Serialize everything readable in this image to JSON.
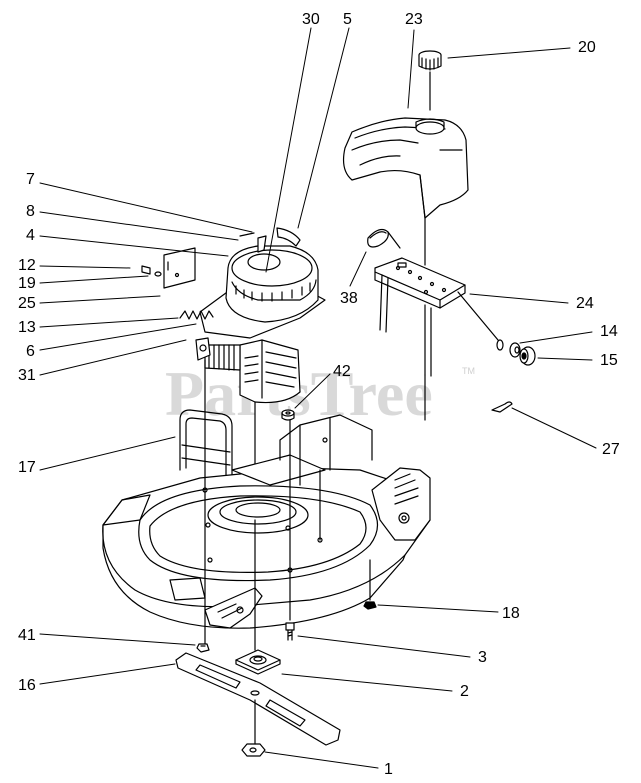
{
  "watermark": {
    "text": "PartsTree",
    "tm": "TM"
  },
  "callouts": [
    {
      "id": "c30",
      "label": "30"
    },
    {
      "id": "c5",
      "label": "5"
    },
    {
      "id": "c23",
      "label": "23"
    },
    {
      "id": "c20",
      "label": "20"
    },
    {
      "id": "c7",
      "label": "7"
    },
    {
      "id": "c8",
      "label": "8"
    },
    {
      "id": "c4",
      "label": "4"
    },
    {
      "id": "c12",
      "label": "12"
    },
    {
      "id": "c19",
      "label": "19"
    },
    {
      "id": "c25",
      "label": "25"
    },
    {
      "id": "c13",
      "label": "13"
    },
    {
      "id": "c6",
      "label": "6"
    },
    {
      "id": "c31",
      "label": "31"
    },
    {
      "id": "c38",
      "label": "38"
    },
    {
      "id": "c24",
      "label": "24"
    },
    {
      "id": "c14",
      "label": "14"
    },
    {
      "id": "c15",
      "label": "15"
    },
    {
      "id": "c42",
      "label": "42"
    },
    {
      "id": "c27",
      "label": "27"
    },
    {
      "id": "c17",
      "label": "17"
    },
    {
      "id": "c18",
      "label": "18"
    },
    {
      "id": "c41",
      "label": "41"
    },
    {
      "id": "c3",
      "label": "3"
    },
    {
      "id": "c16",
      "label": "16"
    },
    {
      "id": "c2",
      "label": "2"
    },
    {
      "id": "c1",
      "label": "1"
    }
  ]
}
